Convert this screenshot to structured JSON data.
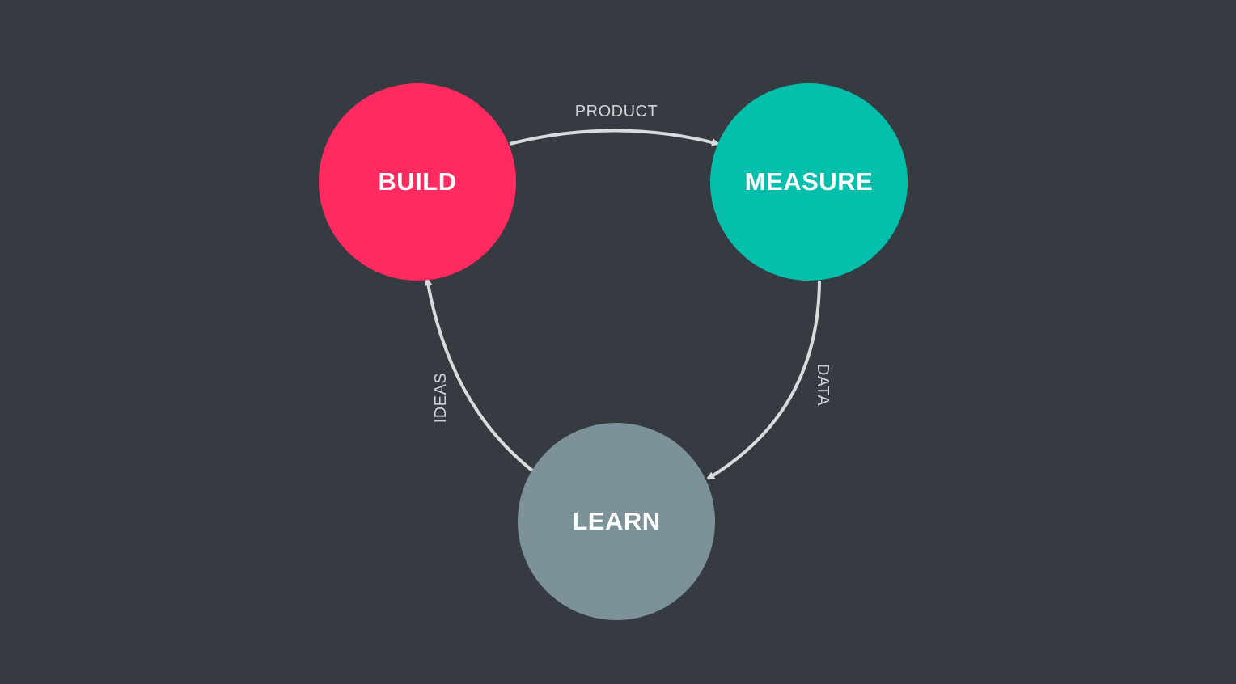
{
  "nodes": {
    "build": {
      "label": "BUILD",
      "color": "#ff2a5f"
    },
    "measure": {
      "label": "MEASURE",
      "color": "#05bfad"
    },
    "learn": {
      "label": "LEARN",
      "color": "#7c9298"
    }
  },
  "edges": {
    "product": {
      "label": "PRODUCT"
    },
    "data": {
      "label": "DATA"
    },
    "ideas": {
      "label": "IDEAS"
    }
  },
  "colors": {
    "background": "#353b40",
    "arrow": "#d9dcde",
    "edge_text": "#cfd3d6"
  }
}
